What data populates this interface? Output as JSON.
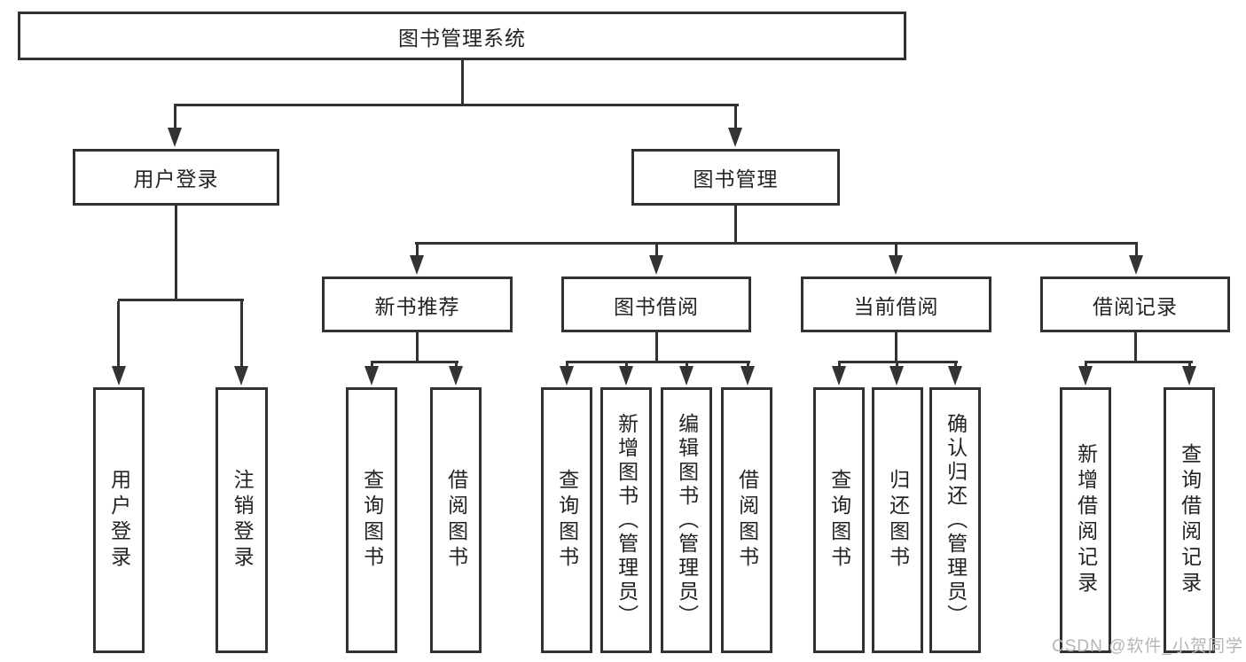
{
  "diagram": {
    "type": "hierarchy-tree",
    "root": {
      "label": "图书管理系统"
    },
    "branches": [
      {
        "label": "用户登录",
        "children": [
          {
            "label": "用户登录"
          },
          {
            "label": "注销登录"
          }
        ]
      },
      {
        "label": "图书管理",
        "children": [
          {
            "label": "新书推荐",
            "children": [
              {
                "label": "查询图书"
              },
              {
                "label": "借阅图书"
              }
            ]
          },
          {
            "label": "图书借阅",
            "children": [
              {
                "label": "查询图书"
              },
              {
                "label": "新增图书（管理员）"
              },
              {
                "label": "编辑图书（管理员）"
              },
              {
                "label": "借阅图书"
              }
            ]
          },
          {
            "label": "当前借阅",
            "children": [
              {
                "label": "查询图书"
              },
              {
                "label": "归还图书"
              },
              {
                "label": "确认归还（管理员）"
              }
            ]
          },
          {
            "label": "借阅记录",
            "children": [
              {
                "label": "新增借阅记录"
              },
              {
                "label": "查询借阅记录"
              }
            ]
          }
        ]
      }
    ],
    "colors": {
      "line": "#333333",
      "box_border": "#323232",
      "text": "#232323",
      "background": "#ffffff",
      "watermark": "#b5b5b5"
    }
  },
  "watermark": {
    "text": "CSDN @软件_小贺同学"
  }
}
